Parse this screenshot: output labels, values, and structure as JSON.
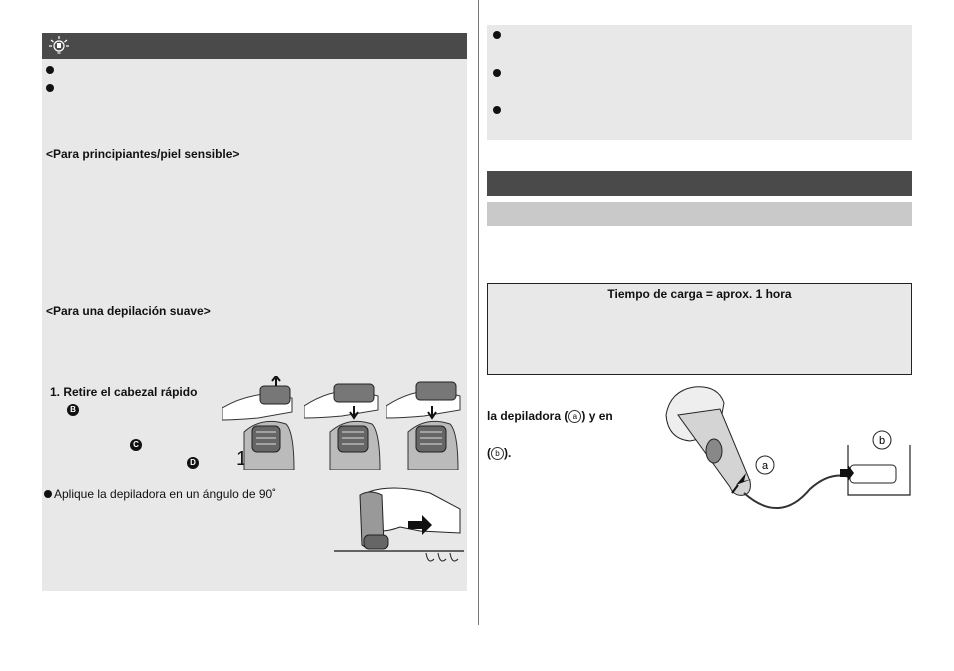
{
  "left": {
    "bullets": [
      "",
      ""
    ],
    "heading_beginners": "<Para principiantes/piel sensible>",
    "heading_smooth": "<Para una depilación suave>",
    "step1_title": "1. Retire el cabezal rápido",
    "badge_b": "B",
    "badge_c": "C",
    "badge_d": "D",
    "step_number": "1",
    "angle_note": "Aplique la depiladora en un ángulo de 90˚"
  },
  "right": {
    "bullets": [
      "",
      "",
      ""
    ],
    "charge_box_title": "Tiempo de carga = aprox. 1 hora",
    "connect_text_1": "la depiladora (",
    "connect_mark_a": "a",
    "connect_text_1b": ") y en",
    "connect_text_2a": "(",
    "connect_mark_b": "b",
    "connect_text_2b": ").",
    "label_a": "a",
    "label_b": "b"
  }
}
